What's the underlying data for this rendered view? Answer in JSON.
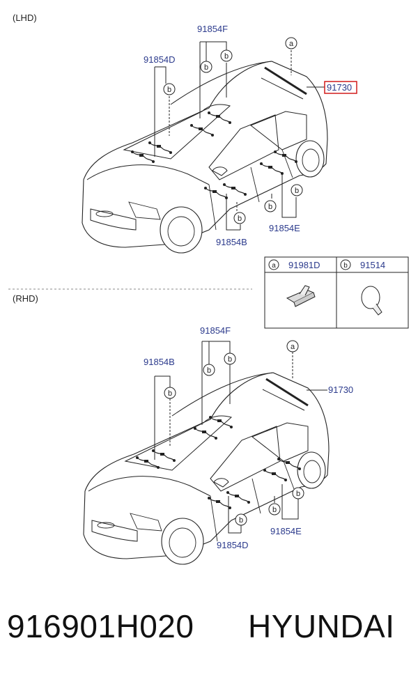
{
  "sections": {
    "lhd": {
      "label": "(LHD)",
      "callouts": {
        "top_center": "91854F",
        "left": "91854D",
        "right_boxed": "91730",
        "front_door": "91854B",
        "rear_door": "91854E"
      },
      "marker_a": "a",
      "marker_b": "b"
    },
    "rhd": {
      "label": "(RHD)",
      "callouts": {
        "top_center": "91854F",
        "left": "91854B",
        "right": "91730",
        "front_door": "91854D",
        "rear_door": "91854E"
      },
      "marker_a": "a",
      "marker_b": "b"
    }
  },
  "legend": {
    "a": {
      "marker": "a",
      "part": "91981D"
    },
    "b": {
      "marker": "b",
      "part": "91514"
    }
  },
  "footer": {
    "part_number": "916901H020",
    "brand": "HYUNDAI"
  },
  "colors": {
    "callout_text": "#2b3a8c",
    "highlight_box": "#d11a1a",
    "line": "#222222"
  }
}
